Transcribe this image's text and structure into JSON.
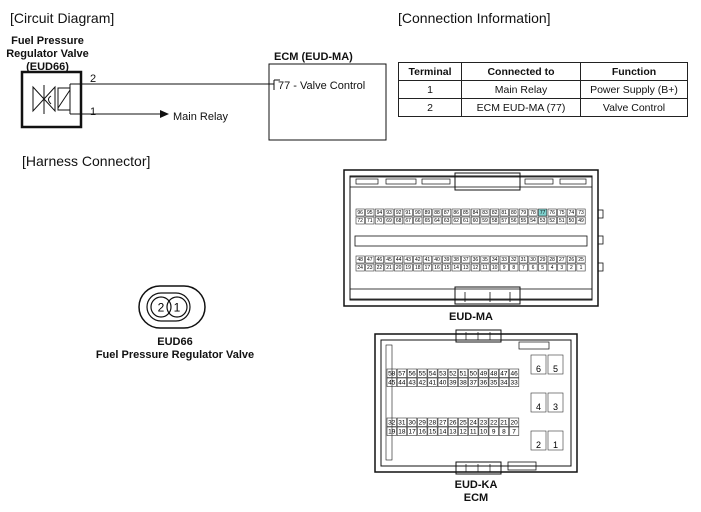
{
  "sections": {
    "circuit": "[Circuit Diagram]",
    "connection": "[Connection Information]",
    "harness": "[Harness Connector]"
  },
  "circuit": {
    "valve_name_line1": "Fuel Pressure",
    "valve_name_line2": "Regulator Valve",
    "valve_code": "(EUD66)",
    "ecm_title": "ECM (EUD-MA)",
    "pin2": "2",
    "pin1": "1",
    "ecm_pin_label": "77 - Valve Control",
    "relay_label": "Main Relay"
  },
  "table": {
    "headers": [
      "Terminal",
      "Connected to",
      "Function"
    ],
    "rows": [
      [
        "1",
        "Main Relay",
        "Power Supply (B+)"
      ],
      [
        "2",
        "ECM EUD-MA (77)",
        "Valve Control"
      ]
    ]
  },
  "harness": {
    "eud66_pins": [
      "2",
      "1"
    ],
    "eud66_label": "EUD66",
    "eud66_desc": "Fuel Pressure Regulator Valve",
    "ma_label": "EUD-MA",
    "ka_label": "EUD-KA",
    "ecm_label": "ECM",
    "ma_rows": [
      [
        "96",
        "95",
        "94",
        "93",
        "92",
        "91",
        "90",
        "89",
        "88",
        "87",
        "86",
        "85",
        "84",
        "83",
        "82",
        "81",
        "80",
        "79",
        "78",
        "77",
        "76",
        "75",
        "74",
        "73"
      ],
      [
        "72",
        "71",
        "70",
        "69",
        "68",
        "67",
        "66",
        "65",
        "64",
        "63",
        "62",
        "61",
        "60",
        "59",
        "58",
        "57",
        "56",
        "55",
        "54",
        "53",
        "52",
        "51",
        "50",
        "49"
      ],
      [
        "48",
        "47",
        "46",
        "45",
        "44",
        "43",
        "42",
        "41",
        "40",
        "39",
        "38",
        "37",
        "36",
        "35",
        "34",
        "33",
        "32",
        "31",
        "30",
        "29",
        "28",
        "27",
        "26",
        "25"
      ],
      [
        "24",
        "23",
        "22",
        "21",
        "20",
        "19",
        "18",
        "17",
        "16",
        "15",
        "14",
        "13",
        "12",
        "11",
        "10",
        "9",
        "8",
        "7",
        "6",
        "5",
        "4",
        "3",
        "2",
        "1"
      ]
    ],
    "ma_highlight": "77",
    "ka_rows": [
      [
        "58",
        "57",
        "56",
        "55",
        "54",
        "53",
        "52",
        "51",
        "50",
        "49",
        "48",
        "47",
        "46"
      ],
      [
        "45",
        "44",
        "43",
        "42",
        "41",
        "40",
        "39",
        "38",
        "37",
        "36",
        "35",
        "34",
        "33"
      ],
      [
        "32",
        "31",
        "30",
        "29",
        "28",
        "27",
        "26",
        "25",
        "24",
        "23",
        "22",
        "21",
        "20"
      ],
      [
        "19",
        "18",
        "17",
        "16",
        "15",
        "14",
        "13",
        "12",
        "11",
        "10",
        "9",
        "8",
        "7"
      ]
    ],
    "ka_big": [
      [
        "6",
        "5"
      ],
      [
        "4",
        "3"
      ],
      [
        "2",
        "1"
      ]
    ]
  },
  "colors": {
    "line": "#222222",
    "highlight": "#7fd3d0"
  }
}
